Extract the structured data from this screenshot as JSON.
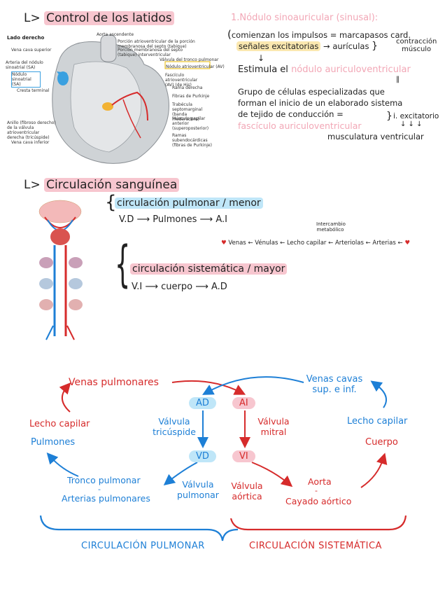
{
  "section1": {
    "title": "Control de los latidos",
    "heart_figure": {
      "title": "Lado derecho",
      "labels_left": [
        "Vena cava superior",
        "Arteria del nódulo sinoatrial (SA)",
        "Nódulo sinoatrial (SA)",
        "Cresta terminal",
        "Anillo (fibroso derecho) de la válvula atrioventricular derecha (tricúspide)",
        "Vena cava inferior"
      ],
      "labels_right": [
        "Aorta ascendente",
        "Porción atrioventricular de la porción membranosa del septo (tabique)",
        "Porción membranosa del septo (tabique) interventricular",
        "Válvula del tronco pulmonar",
        "Nódulo atrioventricular (AV)",
        "Fascículo atrioventricular (AV) (de His)",
        "Rama derecha",
        "Fibras de Purkinje",
        "Trabécula septomarginal (banda moderadora)",
        "Músculo papilar anterior (superoposterior)",
        "Ramas subendocárdicas (fibras de Purkinje)"
      ]
    },
    "notes": {
      "line1": "1.Nódulo sinoauricular (sinusal):",
      "line2": "comienzan los impulsos = marcapasos card.",
      "line3a": "señales excitatorias",
      "line3b": "aurículas",
      "line3c": "contracción",
      "line3d": "músculo",
      "line4a": "Estimula el",
      "line4b": "nódulo auriculoventricular",
      "line5": "Grupo de células especializadas que",
      "line6": "forman el inicio de un elaborado sistema",
      "line7": "de tejido de conducción =",
      "line8": "fascículo auriculoventricular",
      "line8b": "i. excitatorio",
      "line9": "musculatura ventricular"
    }
  },
  "section2": {
    "title": "Circulación sanguínea",
    "pulmonary": {
      "heading": "circulación pulmonar / menor",
      "flow": [
        "V.D",
        "Pulmones",
        "A.I"
      ]
    },
    "systemic": {
      "heading": "circulación sistemática / mayor",
      "flow": [
        "V.I",
        "cuerpo",
        "A.D"
      ]
    },
    "exchange": {
      "label": "Intercambio metabólico",
      "chain": "Venas ← Vénulas ← Lecho capilar ← Arteriolas ← Arterias ←"
    }
  },
  "section3": {
    "venas_pulmonares": "Venas pulmonares",
    "venas_cavas": "Venas cavas sup. e inf.",
    "AD": "AD",
    "AI": "AI",
    "VD": "VD",
    "VI": "VI",
    "valv_tricuspide": "Válvula tricúspide",
    "valv_mitral": "Válvula mitral",
    "valv_pulmonar": "Válvula pulmonar",
    "valv_aortica": "Válvula aórtica",
    "lecho_capilar_left": "Lecho capilar",
    "pulmones": "Pulmones",
    "lecho_capilar_right": "Lecho capilar",
    "cuerpo": "Cuerpo",
    "tronco_pulmonar": "Tronco pulmonar",
    "arterias_pulmonares": "Arterias pulmonares",
    "aorta": "Aorta",
    "cayado_aortico": "Cayado aórtico",
    "circ_pulmonar": "CIRCULACIÓN PULMONAR",
    "circ_sistematica": "CIRCULACIÓN SISTEMÁTICA",
    "colors": {
      "blue": "#1d7fd6",
      "red": "#d62b2b",
      "pink_hl": "#f7c6cf",
      "blue_hl": "#bfe6f8"
    }
  }
}
